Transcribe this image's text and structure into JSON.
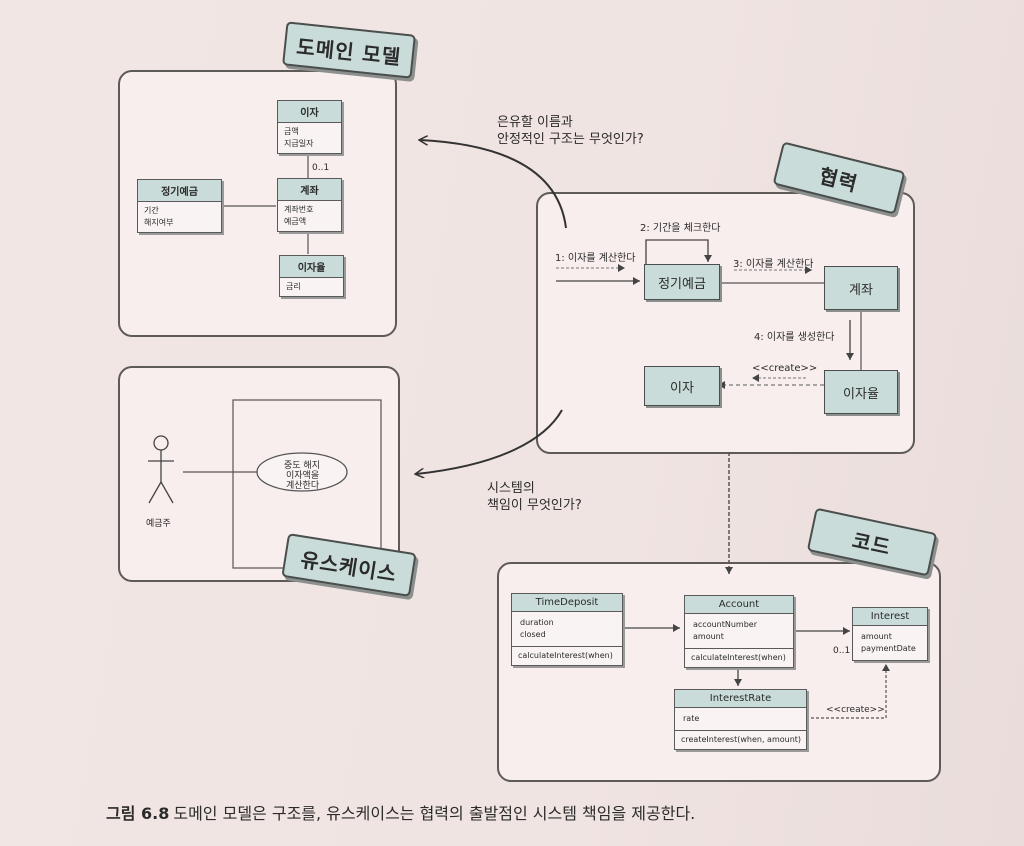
{
  "tags": {
    "domain_model": "도메인 모델",
    "collaboration": "협력",
    "usecase": "유스케이스",
    "code": "코드"
  },
  "questions": {
    "metaphor_line1": "은유할 이름과",
    "metaphor_line2": "안정적인 구조는 무엇인가?",
    "responsibility_line1": "시스템의",
    "responsibility_line2": "책임이 무엇인가?"
  },
  "domain_model": {
    "interest": {
      "name": "이자",
      "attrs": [
        "금액",
        "지급일자"
      ]
    },
    "deposit": {
      "name": "정기예금",
      "attrs": [
        "기간",
        "해지여부"
      ]
    },
    "account": {
      "name": "계좌",
      "attrs": [
        "계좌번호",
        "예금액"
      ]
    },
    "rate": {
      "name": "이자율",
      "attrs": [
        "금리"
      ]
    },
    "multiplicity": "0..1"
  },
  "collaboration": {
    "deposit": "정기예금",
    "account": "계좌",
    "interest": "이자",
    "rate": "이자율",
    "msg1": "1: 이자를 계산한다",
    "msg2": "2: 기간을 체크한다",
    "msg3": "3: 이자를 계산한다",
    "msg4": "4: 이자를 생성한다",
    "create": "<<create>>"
  },
  "usecase": {
    "actor": "예금주",
    "case_line1": "중도 해지",
    "case_line2": "이자액을",
    "case_line3": "계산한다"
  },
  "code": {
    "time_deposit": {
      "name": "TimeDeposit",
      "attrs": [
        "duration",
        "closed"
      ],
      "ops": [
        "calculateInterest(when)"
      ]
    },
    "account": {
      "name": "Account",
      "attrs": [
        "accountNumber",
        "amount"
      ],
      "ops": [
        "calculateInterest(when)"
      ]
    },
    "interest": {
      "name": "Interest",
      "attrs": [
        "amount",
        "paymentDate"
      ]
    },
    "interest_rate": {
      "name": "InterestRate",
      "attrs": [
        "rate"
      ],
      "ops": [
        "createInterest(when, amount)"
      ]
    },
    "multiplicity": "0..1",
    "create": "<<create>>"
  },
  "caption": {
    "number": "그림 6.8",
    "text": "도메인 모델은 구조를, 유스케이스는 협력의 출발점인 시스템 책임을 제공한다."
  }
}
